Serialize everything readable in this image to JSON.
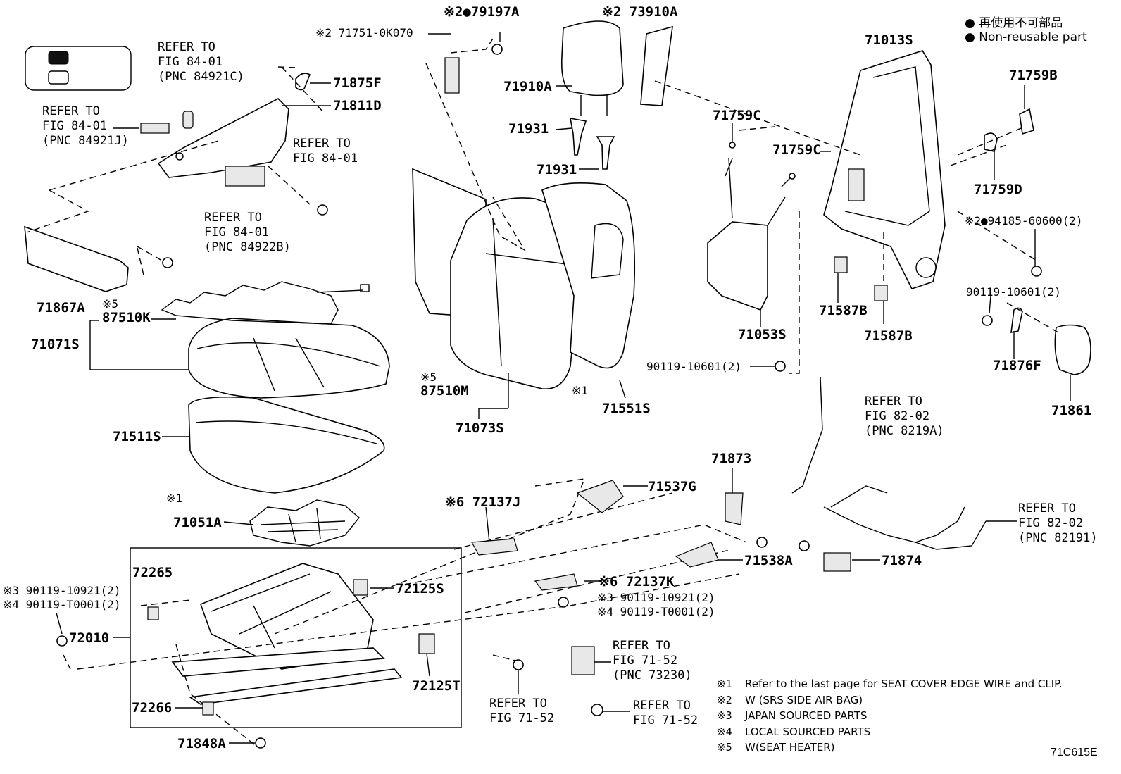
{
  "legend": {
    "jp": "再使用不可部品",
    "en": "Non-reusable part"
  },
  "labels": {
    "p79197A": "※2●79197A",
    "p71751": "※2 71751-0K070",
    "p73910A": "※2 73910A",
    "p71910A": "71910A",
    "p71931a": "71931",
    "p71931b": "71931",
    "p71875F": "71875F",
    "p71811D": "71811D",
    "p71867A": "71867A",
    "p87510K": "※5\n87510K",
    "p71071S": "71071S",
    "p71511S": "71511S",
    "p71051A": "71051A",
    "p87510M": "※5\n87510M",
    "p71073S": "71073S",
    "p71551S": "71551S",
    "p71013S": "71013S",
    "p71759C_a": "71759C",
    "p71759C_b": "71759C",
    "p71759B": "71759B",
    "p71759D": "71759D",
    "p94185": "※2●94185-60600(2)",
    "p71053S": "71053S",
    "p71587B_a": "71587B",
    "p71587B_b": "71587B",
    "p90119_10601a": "90119-10601(2)",
    "p90119_10601b": "90119-10601(2)",
    "p71876F": "71876F",
    "p71861": "71861",
    "p71873": "71873",
    "p71537G": "71537G",
    "p72137J": "※6 72137J",
    "p71538A": "71538A",
    "p71874": "71874",
    "p72137K": "※6 72137K",
    "p90119_10921": "※3 90119-10921(2)",
    "p90119_T0001": "※4 90119-T0001(2)",
    "p72265": "72265",
    "p72125S": "72125S",
    "p72010": "72010",
    "p72125T": "72125T",
    "p72266": "72266",
    "p71848A": "71848A",
    "p390119": "※3 90119-10921(2)",
    "p490119": "※4 90119-T0001(2)",
    "x1a": "※1",
    "x1b": "※1"
  },
  "refs": {
    "r1": "REFER TO\nFIG 84-01\n(PNC 84921C)",
    "r2": "REFER TO\nFIG 84-01\n(PNC 84921J)",
    "r3": "REFER TO\nFIG 84-01",
    "r4": "REFER TO\nFIG 84-01\n(PNC 84922B)",
    "r5": "REFER TO\nFIG 82-02\n(PNC 8219A)",
    "r6": "REFER TO\nFIG 82-02\n(PNC 82191)",
    "r7": "REFER TO\nFIG 71-52\n(PNC 73230)",
    "r8": "REFER TO\nFIG 71-52",
    "r9": "REFER TO\nFIG 71-52"
  },
  "notes": [
    {
      "k": "※1",
      "t": "Refer to the last page for SEAT COVER EDGE WIRE and CLIP."
    },
    {
      "k": "※2",
      "t": "W (SRS SIDE AIR BAG)"
    },
    {
      "k": "※3",
      "t": "JAPAN SOURCED PARTS"
    },
    {
      "k": "※4",
      "t": "LOCAL SOURCED PARTS"
    },
    {
      "k": "※5",
      "t": "W(SEAT HEATER)"
    }
  ],
  "figure_code": "71C615E"
}
